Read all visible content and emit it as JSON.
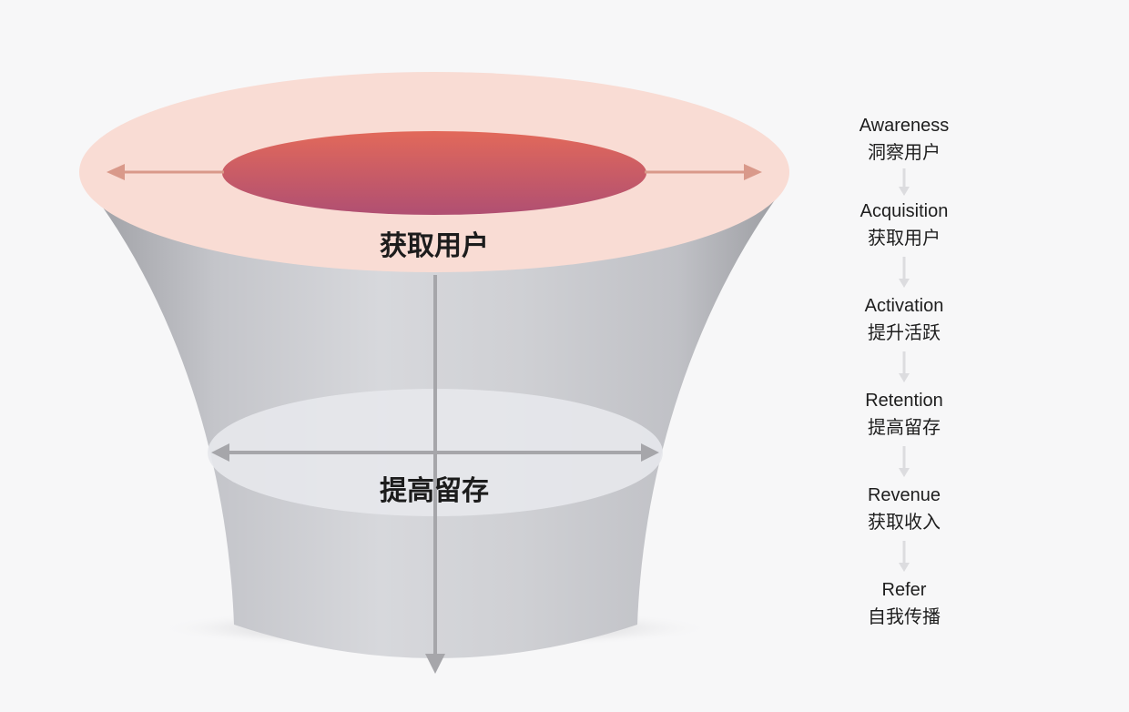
{
  "funnel": {
    "top_label": "获取用户",
    "middle_label": "提高留存",
    "colors": {
      "top_ring": "#f9dcd4",
      "top_core_start": "#e2695a",
      "top_core_end": "#b04f72",
      "horizontal_arrow": "#d9998a",
      "body_light": "#d4d5d9",
      "body_dark": "#a7a8ad",
      "middle_ring": "#e6e7eb",
      "axis_arrow": "#a6a6aa"
    }
  },
  "steps": [
    {
      "en": "Awareness",
      "zh": "洞察用户"
    },
    {
      "en": "Acquisition",
      "zh": "获取用户"
    },
    {
      "en": "Activation",
      "zh": "提升活跃"
    },
    {
      "en": "Retention",
      "zh": "提高留存"
    },
    {
      "en": "Revenue",
      "zh": "获取收入"
    },
    {
      "en": "Refer",
      "zh": "自我传播"
    }
  ],
  "step_arrow_color": "#dcdcdf"
}
